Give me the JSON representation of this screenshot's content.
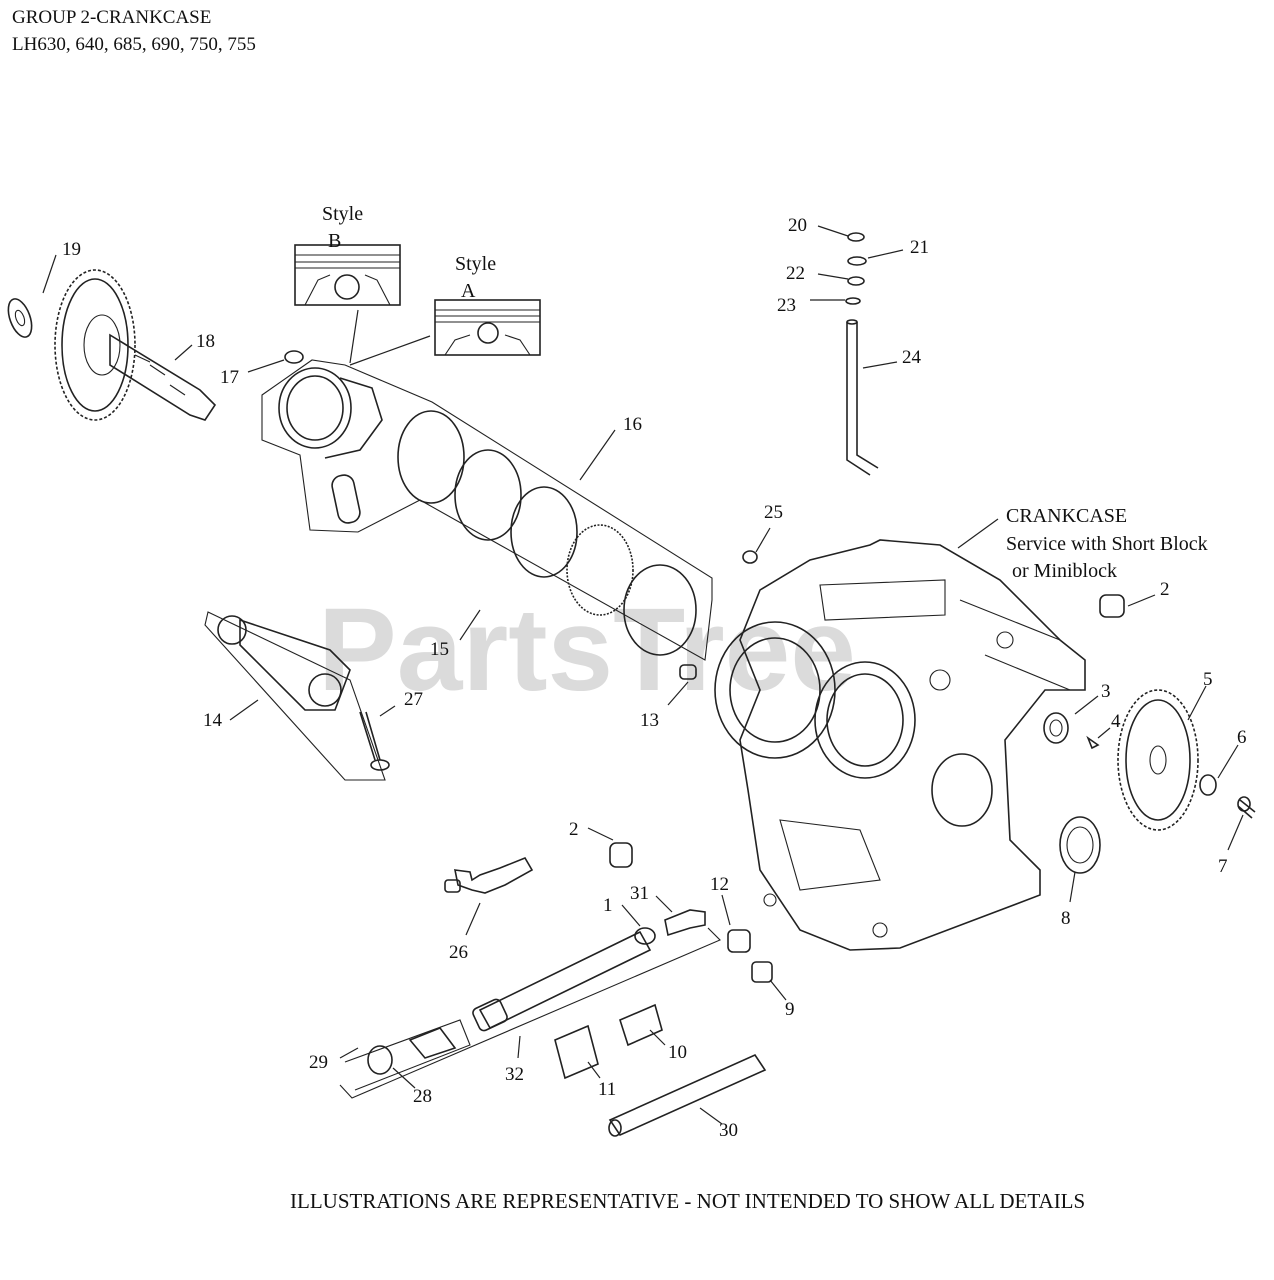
{
  "header": {
    "title": "GROUP 2-CRANKCASE",
    "models": "LH630, 640, 685, 690, 750, 755"
  },
  "watermark": "PartsTree",
  "footer": "ILLUSTRATIONS ARE REPRESENTATIVE - NOT INTENDED TO SHOW ALL DETAILS",
  "annotations": {
    "style_b": [
      "Style",
      "B"
    ],
    "style_a": [
      "Style",
      "A"
    ],
    "crankcase": [
      "CRANKCASE",
      "Service with Short Block",
      "or Miniblock"
    ]
  },
  "callouts": {
    "c19": "19",
    "c18": "18",
    "c17": "17",
    "c16": "16",
    "c15": "15",
    "c14": "14",
    "c27": "27",
    "c13": "13",
    "c25": "25",
    "c20": "20",
    "c21": "21",
    "c22": "22",
    "c23": "23",
    "c24": "24",
    "c2a": "2",
    "c3": "3",
    "c4": "4",
    "c5": "5",
    "c6": "6",
    "c7": "7",
    "c8": "8",
    "c2b": "2",
    "c26": "26",
    "c1": "1",
    "c31": "31",
    "c12": "12",
    "c9": "9",
    "c10": "10",
    "c11": "11",
    "c29": "29",
    "c28": "28",
    "c32": "32",
    "c30": "30"
  }
}
